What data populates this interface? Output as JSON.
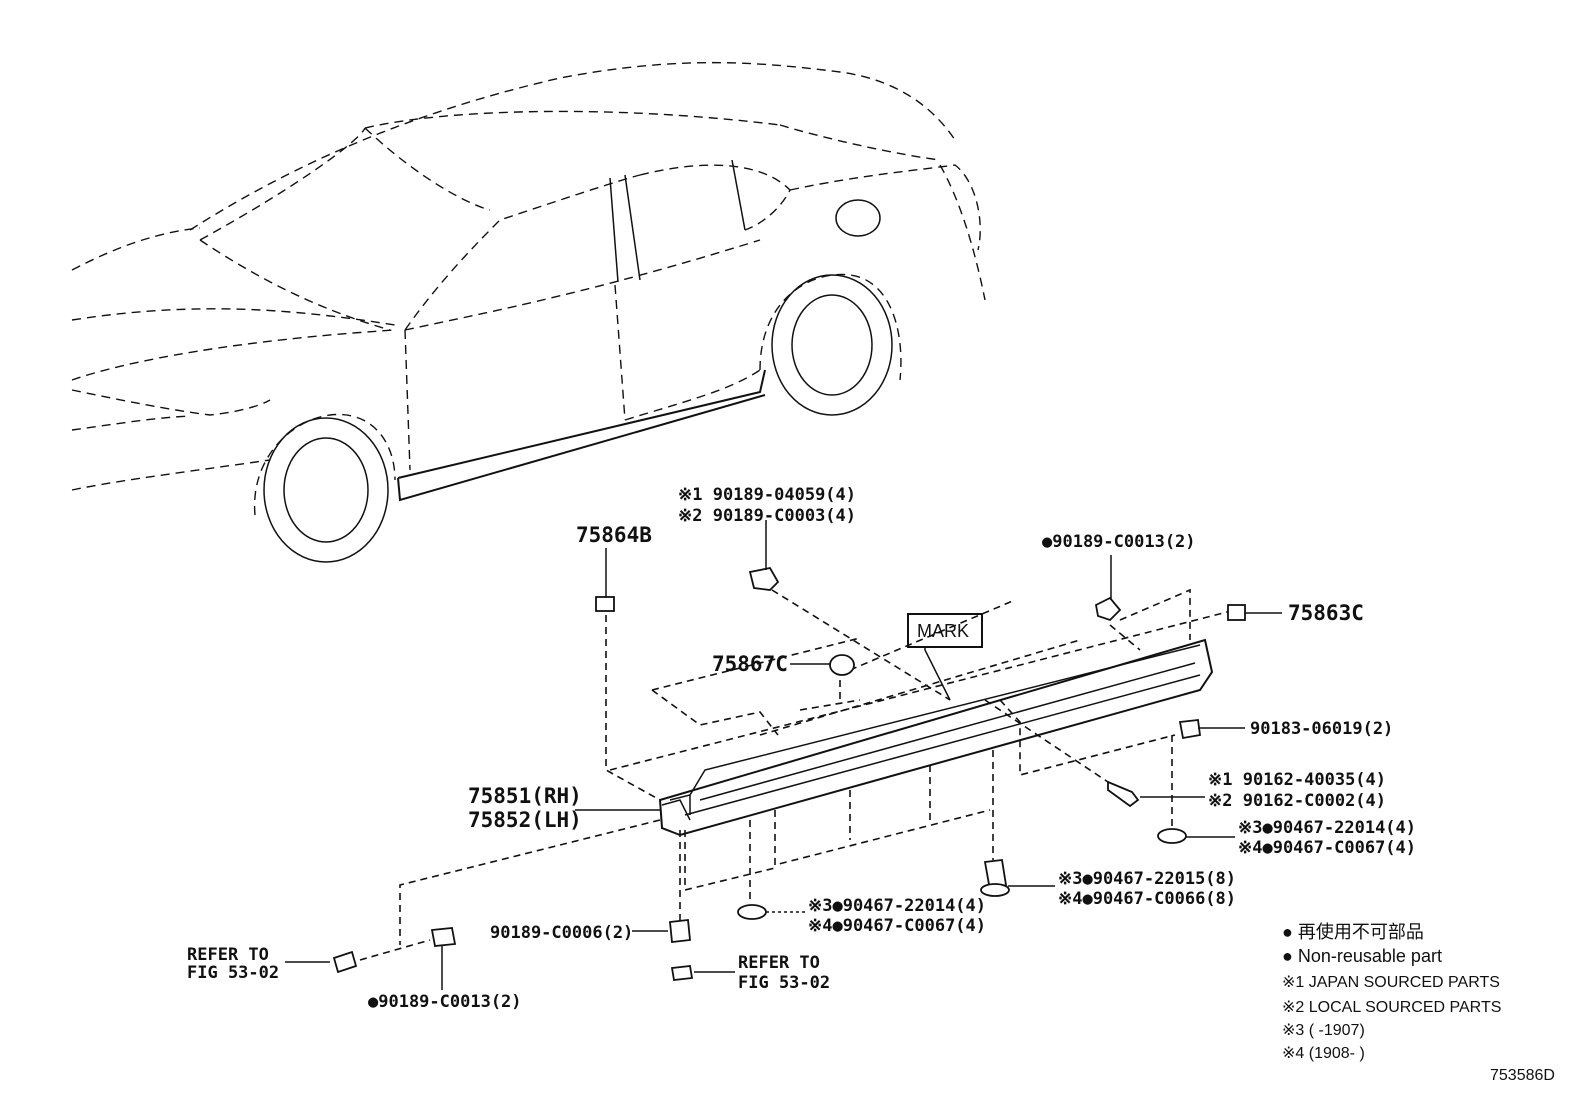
{
  "diagram_id": "753586D",
  "callouts": {
    "p75864b": "75864B",
    "clip_top_1": "※1 90189-04059(4)",
    "clip_top_2": "※2 90189-C0003(4)",
    "clip_right_top": "●90189-C0013(2)",
    "mark": "MARK",
    "p75863c": "75863C",
    "p75867c": "75867C",
    "p90183": "90183-06019(2)",
    "rh": "75851(RH)",
    "lh": "75852(LH)",
    "screw_1": "※1 90162-40035(4)",
    "screw_2": "※2 90162-C0002(4)",
    "nut_r_3": "※3●90467-22014(4)",
    "nut_r_4": "※4●90467-C0067(4)",
    "clip_mid_3": "※3●90467-22015(8)",
    "clip_mid_4": "※4●90467-C0066(8)",
    "nut_l_3": "※3●90467-22014(4)",
    "nut_l_4": "※4●90467-C0067(4)",
    "p90189_c0006": "90189-C0006(2)",
    "refer_left_1": "REFER TO",
    "refer_left_2": "FIG 53-02",
    "refer_mid_1": "REFER TO",
    "refer_mid_2": "FIG 53-02",
    "clip_bottom": "●90189-C0013(2)"
  },
  "legend": {
    "jp": "● 再使用不可部品",
    "en": "● Non-reusable part",
    "n1": "※1  JAPAN SOURCED PARTS",
    "n2": "※2  LOCAL SOURCED PARTS",
    "n3": "※3 (        -1907)",
    "n4": "※4 (1908-        )"
  }
}
